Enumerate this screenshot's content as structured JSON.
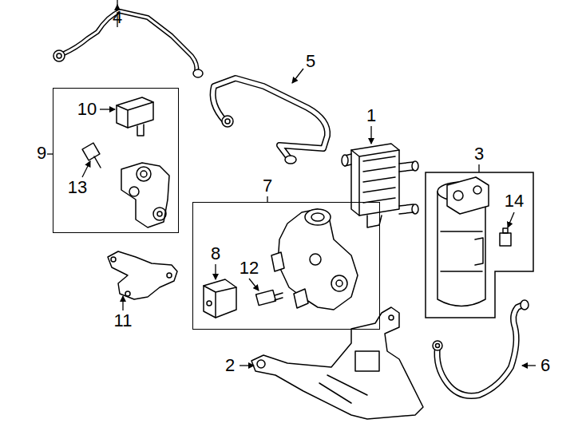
{
  "diagram": {
    "nodes": [
      {
        "text": [
          "9"
        ]
      },
      {
        "text": [
          "3"
        ]
      },
      {
        "text": [
          "7"
        ]
      }
    ],
    "labels": [
      "4",
      "5",
      "10",
      "1",
      "13",
      "14",
      "8",
      "12",
      "11",
      "2",
      "6"
    ]
  }
}
